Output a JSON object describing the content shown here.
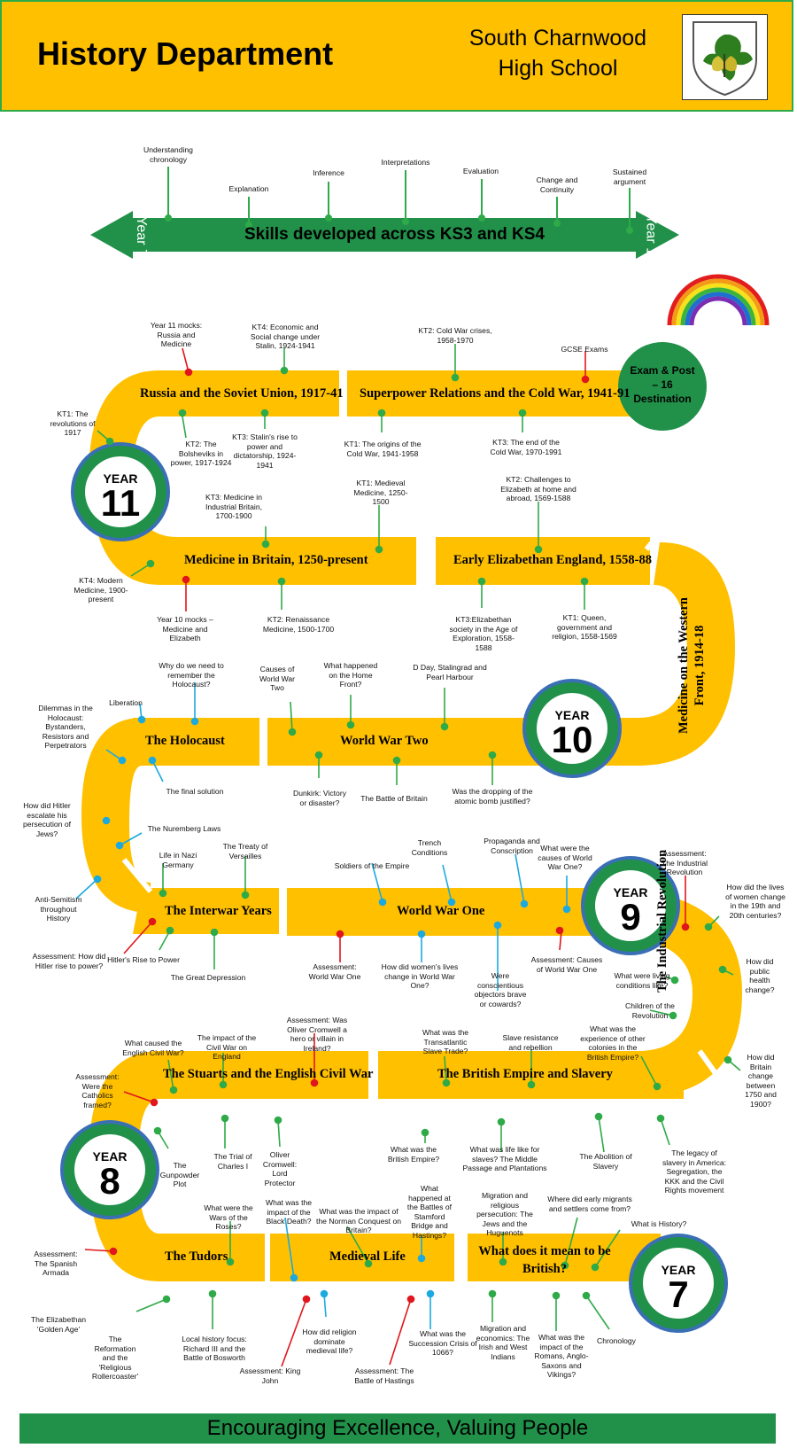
{
  "header": {
    "title": "History Department",
    "school_line1": "South Charnwood",
    "school_line2": "High School"
  },
  "footer": "Encouraging Excellence, Valuing People",
  "skills": {
    "title": "Skills developed across KS3 and KS4",
    "left_year": "Year 7",
    "right_year": "Year 11",
    "items": [
      "Understanding chronology",
      "Explanation",
      "Inference",
      "Interpretations",
      "Evaluation",
      "Change and Continuity",
      "Sustained argument"
    ]
  },
  "exam": "Exam & Post – 16 Destination",
  "years": {
    "y11": {
      "word": "YEAR",
      "num": "11"
    },
    "y10": {
      "word": "YEAR",
      "num": "10"
    },
    "y9": {
      "word": "YEAR",
      "num": "9"
    },
    "y8": {
      "word": "YEAR",
      "num": "8"
    },
    "y7": {
      "word": "YEAR",
      "num": "7"
    }
  },
  "topics": {
    "russia": "Russia and the Soviet Union, 1917-41",
    "cold_war": "Superpower Relations and the Cold War, 1941-91",
    "medicine": "Medicine in Britain, 1250-present",
    "elizabethan": "Early Elizabethan England, 1558-88",
    "western_front": "Medicine on the Western Front, 1914-18",
    "holocaust": "The Holocaust",
    "ww2": "World War Two",
    "interwar": "The Interwar Years",
    "ww1": "World War One",
    "industrial": "The Industrial Revolution",
    "stuarts": "The Stuarts and the English Civil War",
    "empire": "The British Empire and Slavery",
    "tudors": "The Tudors",
    "medieval": "Medieval Life",
    "british": "What does it mean to be British?"
  },
  "labels": [
    "Year 11 mocks: Russia and Medicine",
    "KT4: Economic and Social change under Stalin, 1924-1941",
    "KT2: Cold War crises, 1958-1970",
    "GCSE Exams",
    "KT1: The revolutions of 1917",
    "KT2: The Bolsheviks in power, 1917-1924",
    "KT3: Stalin's rise to power and dictatorship, 1924-1941",
    "KT1: The origins of the Cold War, 1941-1958",
    "KT3: The end of the Cold War, 1970-1991",
    "KT1: Medieval Medicine, 1250-1500",
    "KT2: Challenges to Elizabeth at home and abroad, 1569-1588",
    "KT3: Medicine in Industrial Britain, 1700-1900",
    "KT4: Modern Medicine, 1900-present",
    "Year 10 mocks – Medicine and Elizabeth",
    "KT2: Renaissance Medicine, 1500-1700",
    "KT3:Elizabethan society in the Age of Exploration, 1558-1588",
    "KT1: Queen, government and religion, 1558-1569",
    "Why do we need to remember the Holocaust?",
    "Causes of World War Two",
    "What happened on the Home Front?",
    "D Day, Stalingrad and Pearl Harbour",
    "Liberation",
    "Dilemmas in the Holocaust: Bystanders, Resistors and Perpetrators",
    "The final solution",
    "Dunkirk: Victory or disaster?",
    "The Battle of Britain",
    "Was the dropping of the atomic bomb justified?",
    "How did Hitler escalate his persecution of Jews?",
    "The Nuremberg Laws",
    "Life in Nazi Germany",
    "The Treaty of Versailles",
    "Anti-Semitism throughout History",
    "Assessment: How did Hitler rise to power?",
    "Hitler's Rise to Power",
    "The Great Depression",
    "Soldiers of the Empire",
    "Trench Conditions",
    "Propaganda and Conscription",
    "What were the causes of World War One?",
    "Assessment: The Industrial Revolution",
    "How did the lives of women change in the 19th and 20th centuries?",
    "Assessment: World War One",
    "How did women's lives change in World War One?",
    "Were conscientious objectors brave or cowards?",
    "Assessment: Causes of World War One",
    "How did public health change?",
    "What were living conditions like?",
    "Children of the Revolution",
    "How did Britain change between 1750 and 1900?",
    "What caused the English Civil War?",
    "The impact of the Civil War on England",
    "Assessment: Was Oliver Cromwell a hero or villain in Ireland?",
    "What was the Transatlantic Slave Trade?",
    "Slave resistance and rebellion",
    "What was the experience of other colonies in the British Empire?",
    "Assessment: Were the Catholics framed?",
    "The Gunpowder Plot",
    "The Trial of Charles I",
    "Oliver Cromwell: Lord Protector",
    "What was the British Empire?",
    "What was life like for slaves? The Middle Passage and Plantations",
    "The Abolition of Slavery",
    "The legacy of slavery in America: Segregation, the KKK and the Civil Rights movement",
    "What were the Wars of the Roses?",
    "What was the impact of the Black Death?",
    "What was the impact of the Norman Conquest on Britain?",
    "What happened at the Battles of Stamford Bridge and Hastings?",
    "Migration and religious persecution: The Jews and the Huguenots",
    "Where did early migrants and settlers come from?",
    "What is History?",
    "Assessment: The Spanish Armada",
    "The Elizabethan 'Golden Age'",
    "The Reformation and the 'Religious Rollercoaster'",
    "Local history focus: Richard III and the Battle of Bosworth",
    "How did religion dominate medieval life?",
    "Assessment: King John",
    "What was the Succession Crisis of 1066?",
    "Assessment: The Battle of Hastings",
    "Migration and economics: The Irish and West Indians",
    "What was the impact of the Romans, Anglo-Saxons and Vikings?",
    "Chronology"
  ],
  "colors": {
    "gold": "#FFC000",
    "green": "#21914A",
    "blue_ring": "#3A6FB5",
    "marker_green": "#2EAA48",
    "marker_red": "#E0161C",
    "marker_blue": "#1CA9E0"
  }
}
